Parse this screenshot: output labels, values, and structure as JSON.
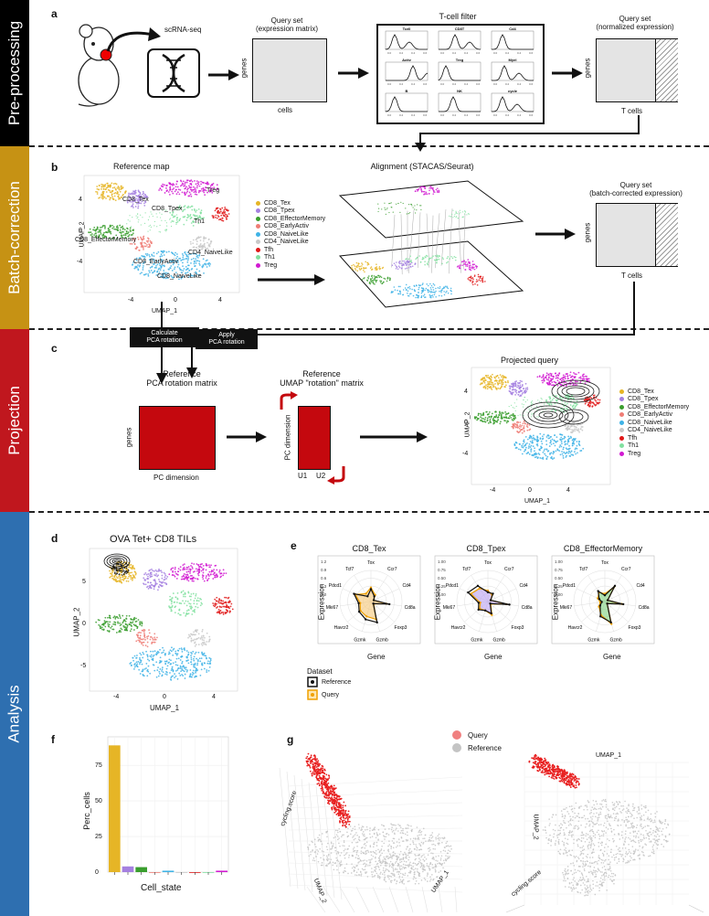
{
  "stages": {
    "preprocessing": {
      "label": "Pre-processing",
      "color": "#000000"
    },
    "batch": {
      "label": "Batch-correction",
      "color": "#c69214"
    },
    "projection": {
      "label": "Projection",
      "color": "#c0171e"
    },
    "analysis": {
      "label": "Analysis",
      "color": "#2e6fb0"
    }
  },
  "panel_letters": {
    "a": "a",
    "b": "b",
    "c": "c",
    "d": "d",
    "e": "e",
    "f": "f",
    "g": "g"
  },
  "panel_a": {
    "scrnaseq": "scRNA-seq",
    "query_title": "Query set\n(expression matrix)",
    "genes": "genes",
    "cells": "cells",
    "tcell_filter": "T-cell filter",
    "mini_plots": [
      "Tcell",
      "CD8T",
      "Cd4",
      "Activ",
      "Treg",
      "Myel",
      "B",
      "NK",
      "cycle"
    ],
    "norm_title": "Query set\n(normalized expression)",
    "tcells": "T cells"
  },
  "panel_b": {
    "ref_title": "Reference map",
    "align_title": "Alignment (STACAS/Seurat)",
    "batch_title": "Query set\n(batch-corrected expression)",
    "genes": "genes",
    "tcells": "T cells",
    "cluster_labels": [
      "Treg",
      "CD8_Tex",
      "CD8_Tpex",
      "Th1",
      "CD8_EffectorMemory",
      "CD4_NaiveLike",
      "CD8_EarlyActiv",
      "CD8_NaiveLike"
    ],
    "xlabel": "UMAP_1",
    "ylabel": "UMAP_2",
    "xticks": [
      "-4",
      "0",
      "4"
    ],
    "yticks": [
      "4",
      "0",
      "-4"
    ],
    "legend": [
      {
        "name": "CD8_Tex",
        "color": "#e6b526"
      },
      {
        "name": "CD8_Tpex",
        "color": "#a580e0"
      },
      {
        "name": "CD8_EffectorMemory",
        "color": "#3a9e2e"
      },
      {
        "name": "CD8_EarlyActiv",
        "color": "#ef7d75"
      },
      {
        "name": "CD8_NaiveLike",
        "color": "#3fb3e6"
      },
      {
        "name": "CD4_NaiveLike",
        "color": "#c8c8c8"
      },
      {
        "name": "Tfh",
        "color": "#e01818"
      },
      {
        "name": "Th1",
        "color": "#82e0a0"
      },
      {
        "name": "Treg",
        "color": "#d11ad1"
      }
    ]
  },
  "panel_c": {
    "calc_tag": "Calculate\nPCA rotation",
    "apply_tag": "Apply\nPCA rotation",
    "pca_title": "Reference\nPCA rotation matrix",
    "umap_title": "Reference\nUMAP \"rotation\" matrix",
    "genes": "genes",
    "pc_dimension": "PC dimension",
    "pc_dimension_v": "PC dimension",
    "u1": "U1",
    "u2": "U2",
    "projected_title": "Projected query",
    "xlabel": "UMAP_1",
    "ylabel": "UMAP_2",
    "xticks": [
      "-4",
      "0",
      "4"
    ],
    "yticks": [
      "4",
      "0",
      "-4"
    ],
    "legend": [
      {
        "name": "CD8_Tex",
        "color": "#e6b526"
      },
      {
        "name": "CD8_Tpex",
        "color": "#a580e0"
      },
      {
        "name": "CD8_EffectorMemory",
        "color": "#3a9e2e"
      },
      {
        "name": "CD8_EarlyActiv",
        "color": "#ef7d75"
      },
      {
        "name": "CD8_NaiveLike",
        "color": "#3fb3e6"
      },
      {
        "name": "CD4_NaiveLike",
        "color": "#c8c8c8"
      },
      {
        "name": "Tfh",
        "color": "#e01818"
      },
      {
        "name": "Th1",
        "color": "#82e0a0"
      },
      {
        "name": "Treg",
        "color": "#d11ad1"
      }
    ]
  },
  "panel_d": {
    "title": "OVA Tet+ CD8 TILs",
    "xlabel": "UMAP_1",
    "ylabel": "UMAP_2",
    "xticks": [
      "-4",
      "0",
      "4"
    ],
    "yticks": [
      "5",
      "0",
      "-5"
    ]
  },
  "panel_e": {
    "titles": [
      "CD8_Tex",
      "CD8_Tpex",
      "CD8_EffectorMemory"
    ],
    "genes": [
      "Tox",
      "Ccr7",
      "Cd4",
      "Cd8a",
      "Foxp3",
      "Gzmb",
      "Gzmk",
      "Havcr2",
      "Mki67",
      "Pdcd1",
      "Tcf7"
    ],
    "ylabel": "Expression",
    "xlabel": "Gene",
    "rticks_1": [
      "1.2",
      "0.9",
      "0.6",
      "0.3",
      "0.0"
    ],
    "rticks_2": [
      "1.00",
      "0.75",
      "0.50",
      "0.25",
      "0.00"
    ],
    "dataset_title": "Dataset",
    "reference": "Reference",
    "query": "Query"
  },
  "panel_f": {
    "ylabel": "Perc_cells",
    "xlabel": "Cell_state",
    "yticks": [
      "75",
      "50",
      "25",
      "0"
    ]
  },
  "panel_g": {
    "legend_query": "Query",
    "legend_reference": "Reference",
    "axis_cycling": "cycling.score",
    "axis_umap2": "UMAP_2",
    "axis_umap1": "UMAP_1"
  },
  "chart_data": [
    {
      "type": "bar",
      "categories": [
        "CD8_Tex",
        "CD8_Tpex",
        "CD8_EffectorMemory",
        "CD8_EarlyActiv",
        "CD8_NaiveLike",
        "CD4_NaiveLike",
        "Tfh",
        "Th1",
        "Treg"
      ],
      "values": [
        89,
        4,
        3.5,
        0,
        1,
        0,
        0,
        0,
        1
      ],
      "colors": [
        "#e6b526",
        "#a580e0",
        "#3a9e2e",
        "#ef7d75",
        "#3fb3e6",
        "#c8c8c8",
        "#e01818",
        "#82e0a0",
        "#d11ad1"
      ],
      "xlabel": "Cell_state",
      "ylabel": "Perc_cells",
      "ylim": [
        0,
        95
      ]
    }
  ]
}
